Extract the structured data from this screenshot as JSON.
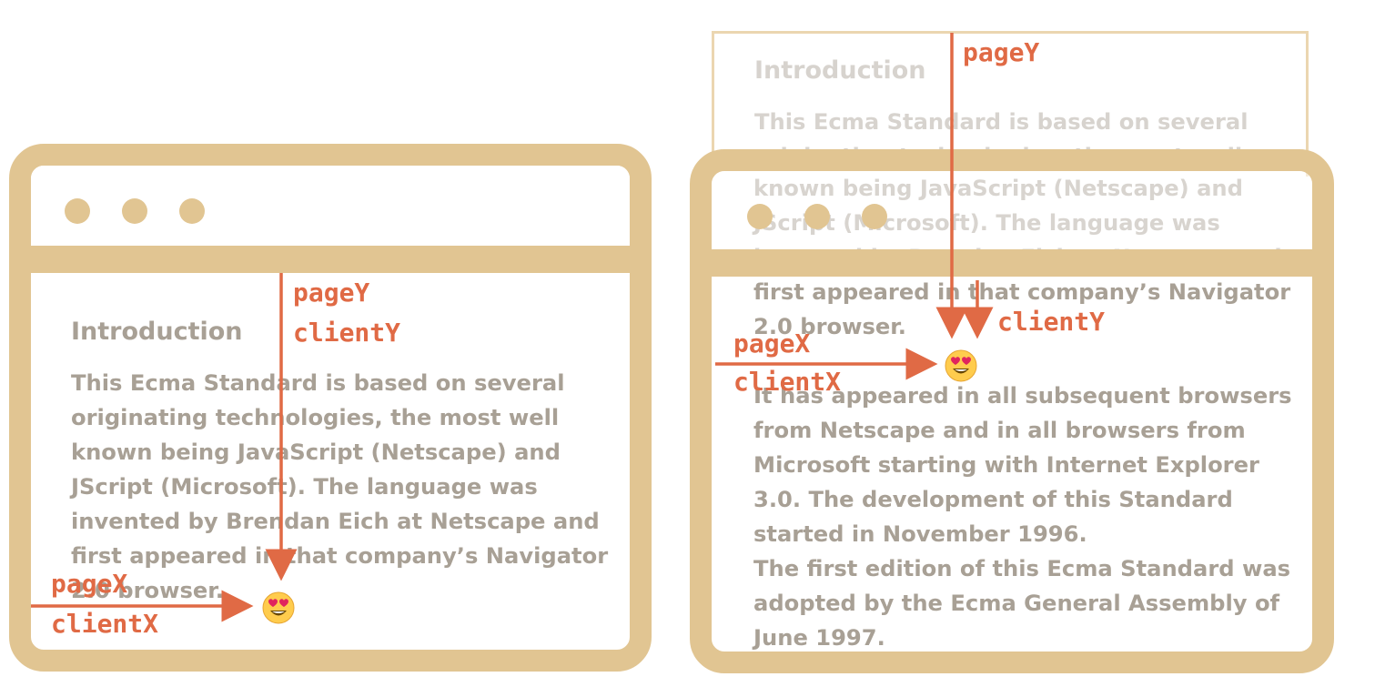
{
  "left_window": {
    "heading": "Introduction",
    "paragraph": "This Ecma Standard is based on several\noriginating technologies, the most well\nknown being JavaScript (Netscape) and\nJScript (Microsoft). The language was\ninvented by Brendan Eich at Netscape and\nfirst appeared in that company’s Navigator\n2.0 browser.",
    "label_pageY": "pageY",
    "label_clientY": "clientY",
    "label_pageX": "pageX",
    "label_clientX": "clientX"
  },
  "right_window": {
    "heading": "Introduction",
    "paragraph": "This Ecma Standard is based on several\noriginating technologies, the most well\nknown being JavaScript (Netscape) and\nJScript (Microsoft). The language was\ninvented by Brendan Eich at Netscape and\nfirst appeared in that company’s Navigator\n2.0 browser.\n\nIt has appeared in all subsequent browsers\nfrom Netscape and in all browsers from\nMicrosoft starting with Internet Explorer\n3.0. The development of this Standard\nstarted in November 1996.\nThe first edition of this Ecma Standard was\nadopted by the Ecma General Assembly of\nJune 1997.",
    "label_pageY": "pageY",
    "label_clientY": "clientY",
    "label_pageX": "pageX",
    "label_clientX": "clientX"
  },
  "colors": {
    "frame": "#E1C592",
    "text": "#A8A095",
    "arrow": "#E06A45"
  },
  "icons": {
    "pointer": "heart-eyes-emoji-icon"
  }
}
